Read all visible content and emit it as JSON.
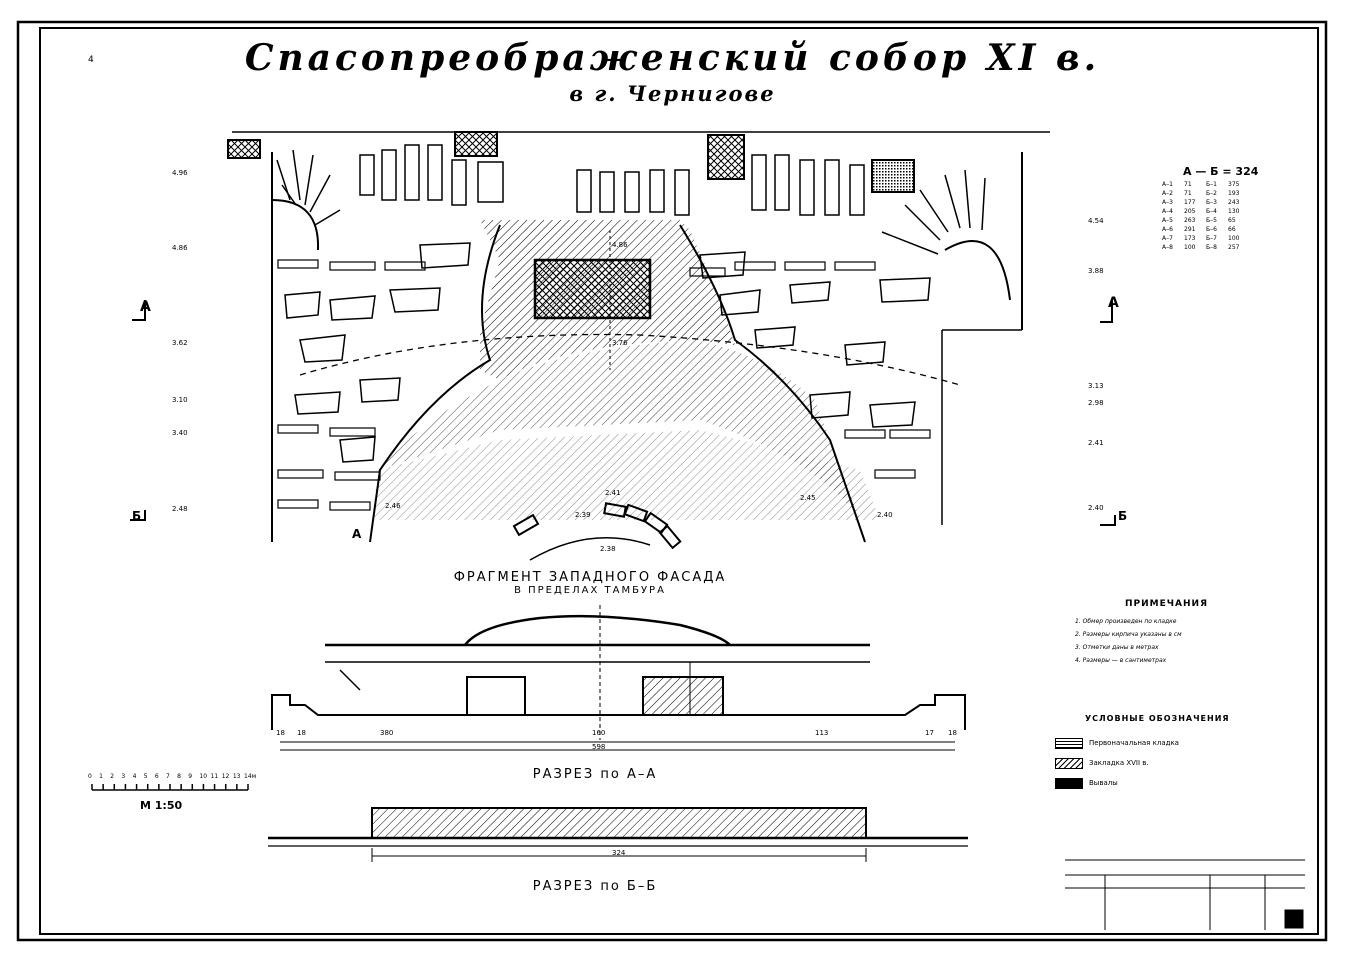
{
  "title": "Спасопреображенский собор XI в.",
  "subtitle": "в г. Чернигове",
  "top_left_marks": {
    "sheet_mark": "4",
    "section_a": "A",
    "section_b": "Б"
  },
  "fragment_caption": {
    "line1": "ФРАГМЕНТ ЗАПАДНОГО ФАСАДА",
    "line2": "В ПРЕДЕЛАХ ТАМБУРА"
  },
  "section_aa_caption": "РАЗРЕЗ по А–А",
  "section_bb_caption": "РАЗРЕЗ по Б–Б",
  "scale": {
    "label": "M 1:50",
    "ticks": [
      "0",
      "1",
      "2",
      "3",
      "4",
      "5",
      "6",
      "7",
      "8",
      "9",
      "10",
      "11",
      "12",
      "13",
      "14м"
    ]
  },
  "top_right_formula": "А — Б = 324",
  "top_right_table": [
    [
      "А–1",
      "71",
      "Б–1",
      "375"
    ],
    [
      "А–2",
      "71",
      "Б–2",
      "193"
    ],
    [
      "А–3",
      "177",
      "Б–3",
      "243"
    ],
    [
      "А–4",
      "205",
      "Б–4",
      "130"
    ],
    [
      "А–5",
      "263",
      "Б–5",
      "65"
    ],
    [
      "А–6",
      "291",
      "Б–6",
      "66"
    ],
    [
      "А–7",
      "173",
      "Б–7",
      "100"
    ],
    [
      "А–8",
      "100",
      "Б–8",
      "257"
    ]
  ],
  "elevations": {
    "left": [
      "4.96",
      "4.86",
      "3.62",
      "3.10",
      "3.40",
      "2.48"
    ],
    "right": [
      "4.54",
      "3.88",
      "3.13",
      "2.98",
      "2.41",
      "2.40"
    ],
    "center": [
      "4.86",
      "3.76",
      "2.41",
      "2.45",
      "2.39",
      "2.38",
      "2.46",
      "2.40"
    ]
  },
  "dims_aa": [
    "18",
    "18",
    "380",
    "160",
    "113",
    "17",
    "18"
  ],
  "dims_aa_total": "598",
  "dims_bb_total": "324",
  "notes": {
    "title": "ПРИМЕЧАНИЯ",
    "items": [
      "1. Обмер произведен по кладке",
      "2. Размеры кирпича указаны в см",
      "3. Отметки даны в метрах",
      "4. Размеры — в сантиметрах"
    ]
  },
  "legend": {
    "title": "УСЛОВНЫЕ ОБОЗНАЧЕНИЯ",
    "items": [
      {
        "label": "Первоначальная кладка",
        "pattern": "brick"
      },
      {
        "label": "Закладка XVII в.",
        "pattern": "hatch"
      },
      {
        "label": "Вывалы",
        "pattern": "solid"
      }
    ]
  },
  "colors": {
    "ink": "#000000",
    "paper": "#ffffff"
  }
}
